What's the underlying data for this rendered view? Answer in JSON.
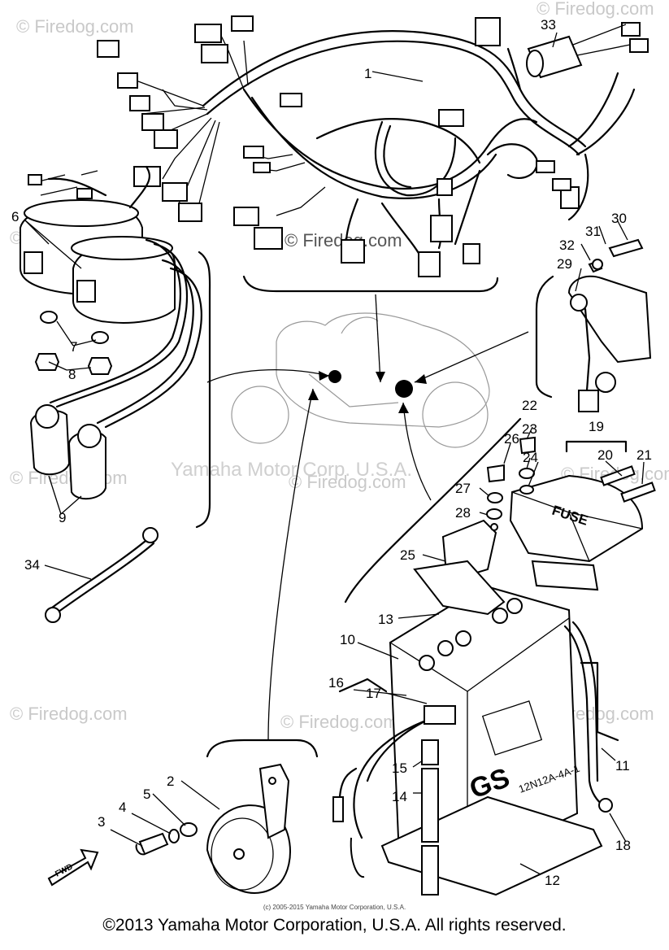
{
  "watermarks": {
    "site": "© Firedog.com",
    "center": "© Firedog.com",
    "brand": "Yamaha Motor Corp. U.S.A."
  },
  "callouts": [
    "1",
    "2",
    "3",
    "4",
    "5",
    "6",
    "7",
    "8",
    "9",
    "10",
    "11",
    "12",
    "13",
    "14",
    "15",
    "16",
    "17",
    "18",
    "19",
    "20",
    "21",
    "22",
    "23",
    "24",
    "25",
    "26",
    "27",
    "28",
    "29",
    "30",
    "31",
    "32",
    "33",
    "34"
  ],
  "part_markings": {
    "fuse_box": "FUSE",
    "battery_brand": "GS",
    "battery_model": "12N12A-4A-1",
    "forward_arrow": "FWD"
  },
  "footer": {
    "small_credit": "(c) 2005-2015 Yamaha Motor Corporation, U.S.A.",
    "copyright": "©2013 Yamaha Motor Corporation, U.S.A. All rights reserved."
  }
}
